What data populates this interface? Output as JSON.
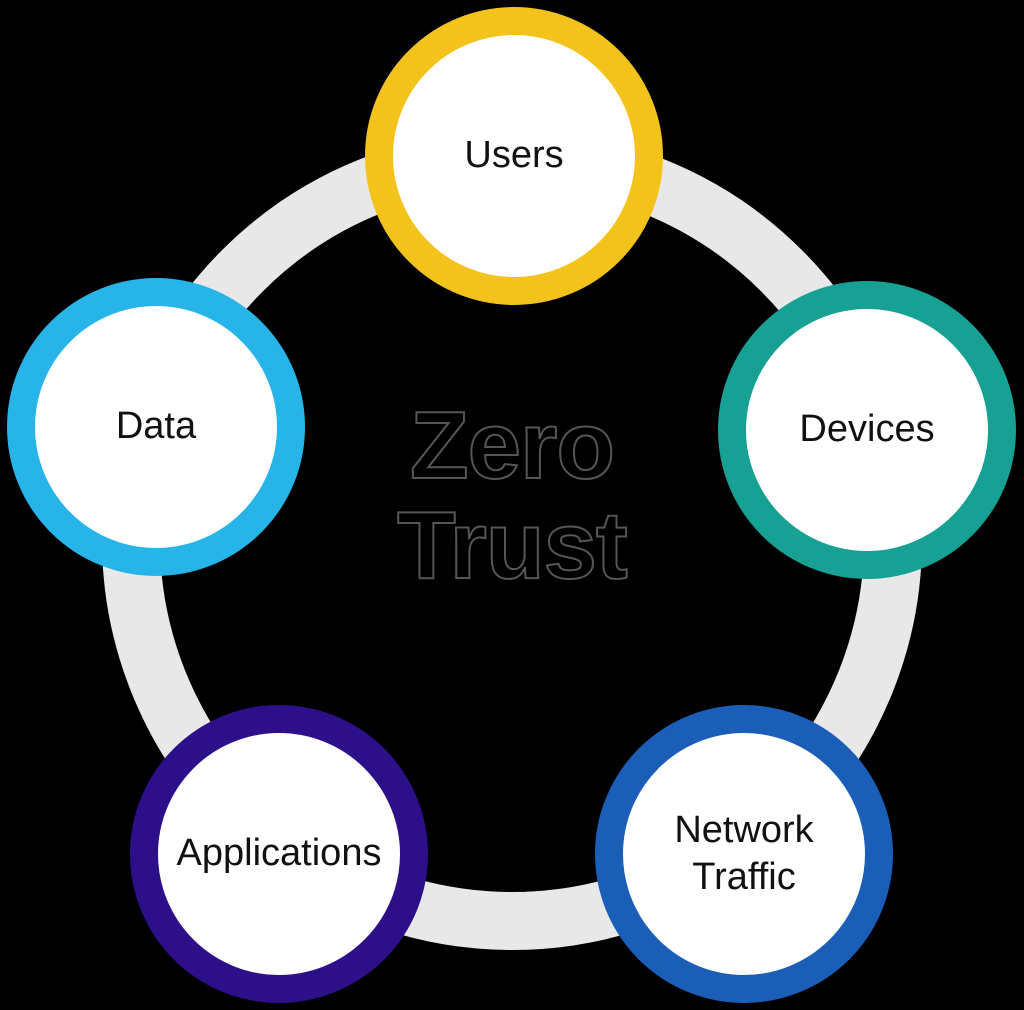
{
  "title": {
    "line1": "Zero",
    "line2": "Trust"
  },
  "colors": {
    "background": "#000000",
    "ring": "#E8E8E8",
    "label_text": "#111111",
    "title_text": "#000000",
    "title_outline": "#565656",
    "node_fill": "#FFFFFF"
  },
  "nodes": [
    {
      "id": "users",
      "label": "Users",
      "color": "#F3C31B"
    },
    {
      "id": "devices",
      "label": "Devices",
      "color": "#17A094"
    },
    {
      "id": "data",
      "label": "Data",
      "color": "#27B4E8"
    },
    {
      "id": "applications",
      "label": "Applications",
      "color": "#2E0F8A"
    },
    {
      "id": "network-traffic",
      "label": "Network Traffic",
      "color": "#1B5EB8"
    }
  ]
}
